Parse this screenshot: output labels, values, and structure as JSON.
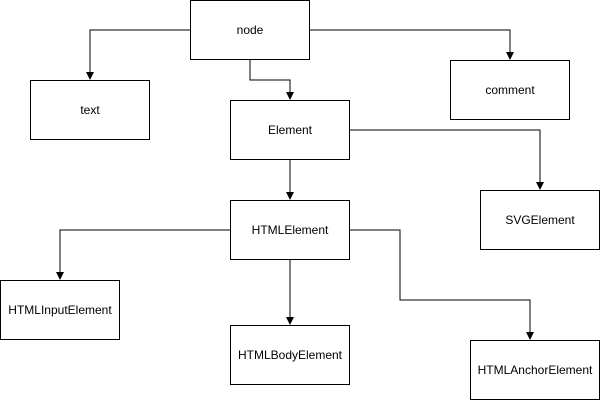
{
  "diagram": {
    "nodes": {
      "node": "node",
      "text": "text",
      "comment": "comment",
      "element": "Element",
      "svg_element": "SVGElement",
      "html_element": "HTMLElement",
      "html_input_element": "HTMLInputElement",
      "html_body_element": "HTMLBodyElement",
      "html_anchor_element": "HTMLAnchorElement"
    },
    "edges": [
      [
        "node",
        "text"
      ],
      [
        "node",
        "element"
      ],
      [
        "node",
        "comment"
      ],
      [
        "element",
        "html_element"
      ],
      [
        "element",
        "svg_element"
      ],
      [
        "html_element",
        "html_input_element"
      ],
      [
        "html_element",
        "html_body_element"
      ],
      [
        "html_element",
        "html_anchor_element"
      ]
    ],
    "colors": {
      "stroke": "#000000",
      "fill": "#ffffff",
      "text": "#000000"
    }
  }
}
